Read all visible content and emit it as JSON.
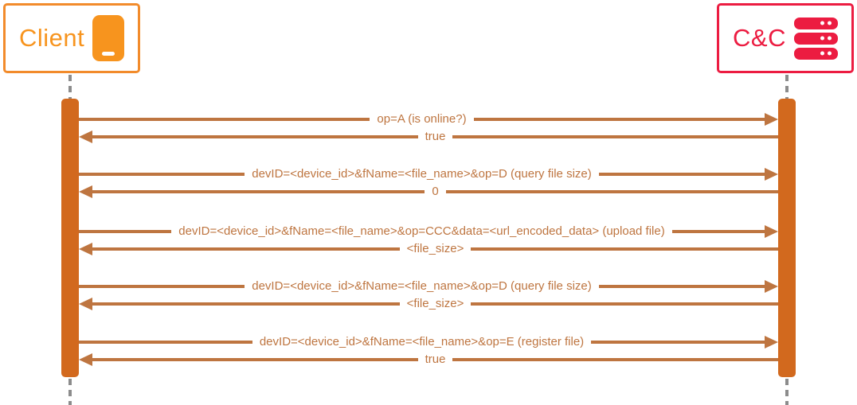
{
  "participants": [
    {
      "name": "Client",
      "icon": "phone-icon",
      "accent": "#F7941E",
      "border": "#F28B2B"
    },
    {
      "name": "C&C",
      "icon": "server-icon",
      "accent": "#EC1C41",
      "border": "#EC1C41"
    }
  ],
  "messages": [
    {
      "from": "Client",
      "to": "C&C",
      "direction": "right",
      "label": "op=A (is online?)"
    },
    {
      "from": "C&C",
      "to": "Client",
      "direction": "left",
      "label": "true"
    },
    {
      "from": "Client",
      "to": "C&C",
      "direction": "right",
      "label": "devID=<device_id>&fName=<file_name>&op=D (query file size)"
    },
    {
      "from": "C&C",
      "to": "Client",
      "direction": "left",
      "label": "0"
    },
    {
      "from": "Client",
      "to": "C&C",
      "direction": "right",
      "label": "devID=<device_id>&fName=<file_name>&op=CCC&data=<url_encoded_data> (upload file)"
    },
    {
      "from": "C&C",
      "to": "Client",
      "direction": "left",
      "label": "<file_size>"
    },
    {
      "from": "Client",
      "to": "C&C",
      "direction": "right",
      "label": "devID=<device_id>&fName=<file_name>&op=D (query file size)"
    },
    {
      "from": "C&C",
      "to": "Client",
      "direction": "left",
      "label": "<file_size>"
    },
    {
      "from": "Client",
      "to": "C&C",
      "direction": "right",
      "label": "devID=<device_id>&fName=<file_name>&op=E (register file)"
    },
    {
      "from": "C&C",
      "to": "Client",
      "direction": "left",
      "label": "true"
    }
  ],
  "colors": {
    "arrow": "#BE7540",
    "activation_bar": "#D2691E",
    "lifeline": "#8C8C8C",
    "client_accent": "#F7941E",
    "client_border": "#F28B2B",
    "cnc_accent": "#EC1C41",
    "background": "#FFFFFF"
  }
}
